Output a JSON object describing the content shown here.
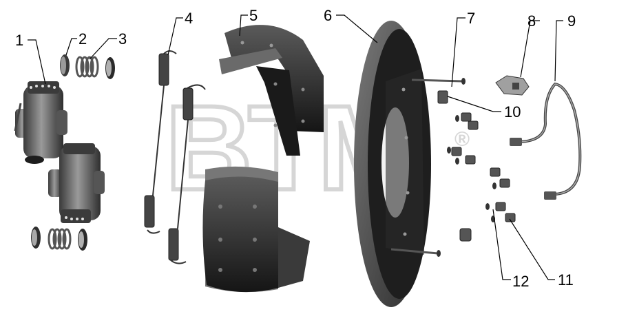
{
  "watermark": {
    "text": "BTM",
    "reg": "®"
  },
  "callouts": [
    {
      "id": "1",
      "label": "1"
    },
    {
      "id": "2",
      "label": "2"
    },
    {
      "id": "3",
      "label": "3"
    },
    {
      "id": "4",
      "label": "4"
    },
    {
      "id": "5",
      "label": "5"
    },
    {
      "id": "6",
      "label": "6"
    },
    {
      "id": "7",
      "label": "7"
    },
    {
      "id": "8",
      "label": "8"
    },
    {
      "id": "9",
      "label": "9"
    },
    {
      "id": "10",
      "label": "10"
    },
    {
      "id": "11",
      "label": "11"
    },
    {
      "id": "12",
      "label": "12"
    }
  ],
  "colors": {
    "part_dark": "#2b2b2b",
    "part_mid": "#6e6e6e",
    "part_light": "#b9b9b9",
    "watermark": "#d4d4d4"
  }
}
